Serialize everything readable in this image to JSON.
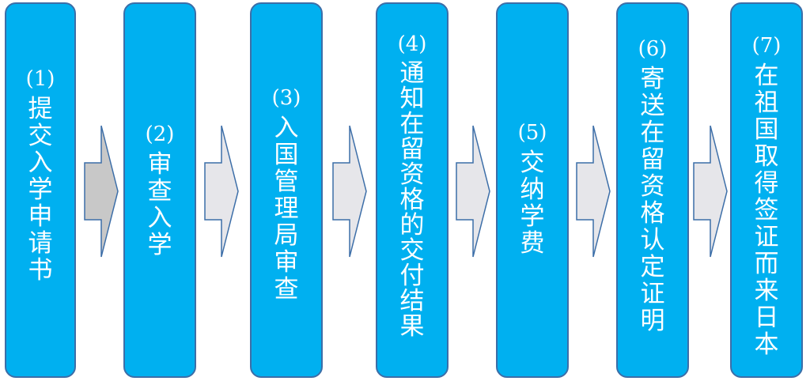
{
  "steps": [
    {
      "num": "(1)",
      "label": "提交入学申请书"
    },
    {
      "num": "(2)",
      "label": "审查入学"
    },
    {
      "num": "(3)",
      "label": "入国管理局审查"
    },
    {
      "num": "(4)",
      "label": "通知在留资格的交付结果"
    },
    {
      "num": "(5)",
      "label": "交纳学费"
    },
    {
      "num": "(6)",
      "label": "寄送在留资格认定证明"
    },
    {
      "num": "(7)",
      "label": "在祖国取得签证而来日本"
    }
  ],
  "colors": {
    "box_fill": "#00b0f0",
    "box_border": "#3c6ea8",
    "arrow_fill_dark": "#c8c8c8",
    "arrow_fill_light": "#e6e6ea",
    "arrow_border": "#3c6ea8",
    "text": "#ffffff"
  }
}
